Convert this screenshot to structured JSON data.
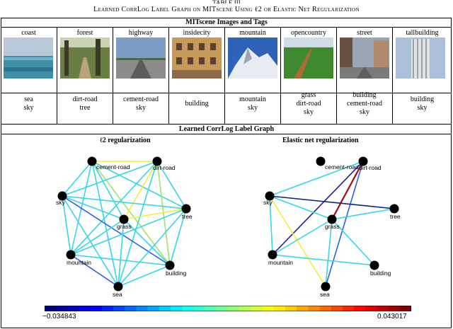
{
  "caption": {
    "number": "TABLE III",
    "title": "Learned CorrLog Label Graph on MITscene Using ℓ2 or Elastic Net Regularization"
  },
  "images_section": {
    "title": "MITscene Images and Tags"
  },
  "columns": [
    {
      "category": "coast",
      "tags": [
        "sea",
        "sky"
      ]
    },
    {
      "category": "forest",
      "tags": [
        "dirt-road",
        "tree"
      ]
    },
    {
      "category": "highway",
      "tags": [
        "cement-road",
        "sky"
      ]
    },
    {
      "category": "insidecity",
      "tags": [
        "building"
      ]
    },
    {
      "category": "mountain",
      "tags": [
        "mountain",
        "sky"
      ]
    },
    {
      "category": "opencountry",
      "tags": [
        "grass",
        "dirt-road",
        "sky"
      ]
    },
    {
      "category": "street",
      "tags": [
        "building",
        "cement-road",
        "sky"
      ]
    },
    {
      "category": "tallbuilding",
      "tags": [
        "building",
        "sky"
      ]
    }
  ],
  "graph_section": {
    "title": "Learned CorrLog Label Graph"
  },
  "graphs": {
    "l2": {
      "title": "ℓ2 regularization"
    },
    "elastic": {
      "title": "Elastic net regularization"
    }
  },
  "nodes": [
    "cement-road",
    "dirt-road",
    "sky",
    "grass",
    "tree",
    "mountain",
    "building",
    "sea"
  ],
  "colorbar": {
    "min": "−0.034843",
    "max": "0.043017"
  },
  "colors": {
    "node": "#000000",
    "cyan": "#35d6e6",
    "yellow": "#f2ee3a",
    "light_green": "#9be46a",
    "blue": "#2a5ee8",
    "dark_blue": "#1a1aa8",
    "navy": "#12208a",
    "dark_red": "#9a1010"
  }
}
